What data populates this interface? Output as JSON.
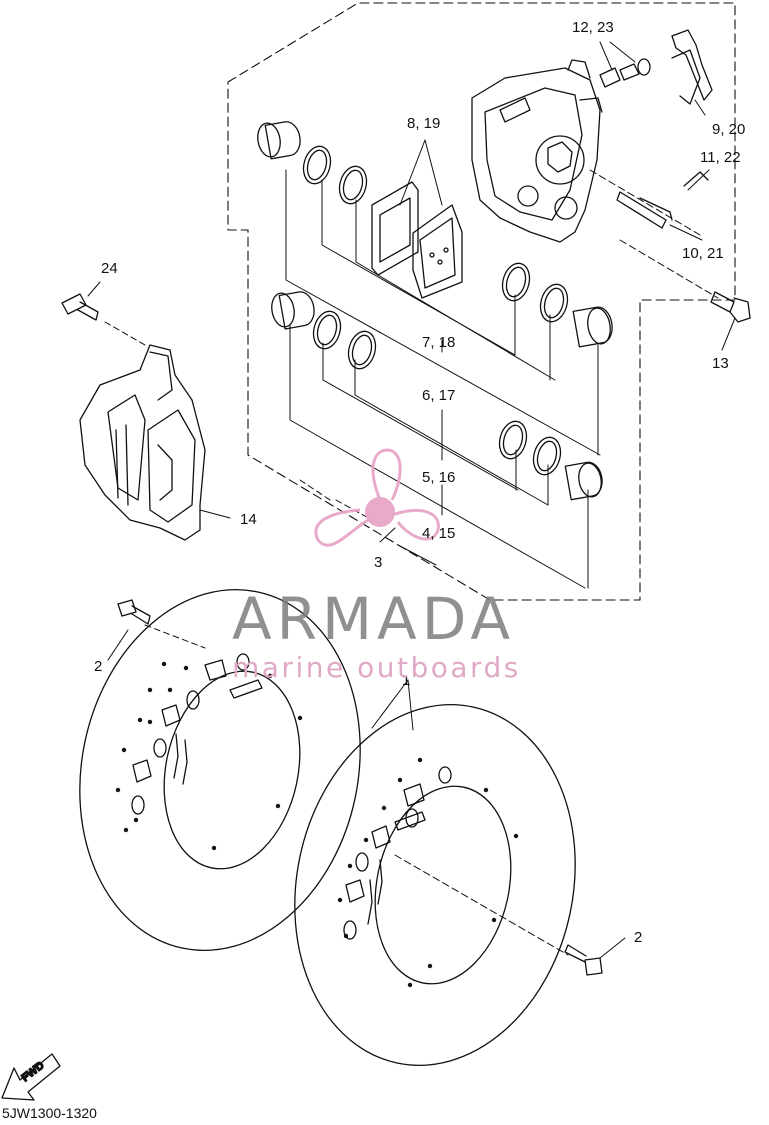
{
  "callouts": {
    "c1": "1",
    "c2a": "2",
    "c2b": "2",
    "c3": "3",
    "c4_15": "4, 15",
    "c5_16": "5, 16",
    "c6_17": "6, 17",
    "c7_18": "7, 18",
    "c8_19": "8, 19",
    "c9_20": "9, 20",
    "c10_21": "10, 21",
    "c11_22": "11, 22",
    "c12_23": "12, 23",
    "c13": "13",
    "c14": "14",
    "c24": "24"
  },
  "watermark": {
    "title": "ARMADA",
    "subtitle": "marine outboards",
    "title_color": "#7d7d7d",
    "subtitle_color": "#e0aac6",
    "logo_color": "#e8a6c8"
  },
  "direction_badge": "FWD",
  "diagram_code": "5JW1300-1320"
}
